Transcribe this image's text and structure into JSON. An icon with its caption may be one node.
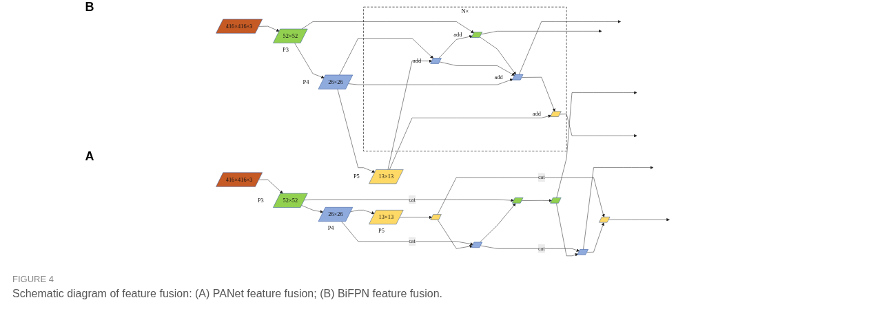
{
  "diagram": {
    "caption": "Schematic diagram of feature fusion: (A) PANet feature fusion; (B) BiFPN feature fusion.",
    "nodes": [
      {
        "text": [
          "13×13"
        ],
        "beside": [
          "P5"
        ]
      },
      {
        "text": [
          "26×26"
        ],
        "beside": [
          "P4"
        ]
      },
      {
        "text": [
          "52×52"
        ],
        "beside": [
          "P3"
        ]
      },
      {
        "text": [
          "416×416×3"
        ]
      },
      {
        "text": [],
        "shape": "parallelogram"
      },
      {
        "text": [],
        "shape": "parallelogram"
      },
      {
        "text": [],
        "shape": "parallelogram"
      },
      {
        "text": [],
        "shape": "parallelogram"
      },
      {
        "text": [],
        "shape": "parallelogram"
      },
      {
        "text": [],
        "shape": "parallelogram"
      },
      {
        "text": [
          "13×13"
        ],
        "beside": [
          "P5"
        ]
      },
      {
        "text": [
          "26×26"
        ],
        "beside": [
          "P4"
        ]
      },
      {
        "text": [
          "52×52"
        ],
        "beside": [
          "P3"
        ]
      },
      {
        "text": [
          "416×416×3"
        ]
      },
      {
        "text": [
          "N×"
        ]
      },
      {
        "text": [],
        "shape": "parallelogram",
        "in": 14,
        "beside": [
          "add"
        ]
      },
      {
        "text": [],
        "shape": "parallelogram",
        "in": 14,
        "beside": [
          "add"
        ]
      },
      {
        "text": [],
        "shape": "parallelogram",
        "in": 14,
        "beside": [
          "add"
        ]
      },
      {
        "text": [],
        "shape": "parallelogram",
        "in": 14,
        "beside": [
          "add"
        ]
      }
    ],
    "edges": [
      {
        "from": 3,
        "to": 2,
        "arrow": "to"
      },
      {
        "from": 2,
        "to": 1,
        "arrow": "to"
      },
      {
        "from": 1,
        "to": 0,
        "arrow": "to"
      },
      {
        "from": 0,
        "to": 4,
        "arrow": "to"
      },
      {
        "from": 4,
        "to": 6,
        "arrow": "to"
      },
      {
        "from": 1,
        "to": 6,
        "label": "cat",
        "arrow": "to"
      },
      {
        "from": 6,
        "to": 8,
        "arrow": "to"
      },
      {
        "from": 2,
        "to": 8,
        "label": "cat",
        "arrow": "to"
      },
      {
        "from": 8,
        "to": 9,
        "arrow": "to"
      },
      {
        "from": 9,
        "to": 7,
        "arrow": "to"
      },
      {
        "from": 6,
        "to": 7,
        "label": "cat",
        "arrow": "to"
      },
      {
        "from": 7,
        "to": 5,
        "arrow": "to"
      },
      {
        "from": 4,
        "to": 5,
        "label": "cat",
        "arrow": "to"
      },
      {
        "from": 5,
        "to": null,
        "arrow": "to"
      },
      {
        "from": 7,
        "to": null,
        "arrow": "to"
      },
      {
        "from": 9,
        "to": null,
        "arrow": "to"
      },
      {
        "from": 13,
        "to": 12,
        "arrow": "to"
      },
      {
        "from": 12,
        "to": 11,
        "arrow": "to"
      },
      {
        "from": 11,
        "to": 10,
        "arrow": "to"
      },
      {
        "from": 10,
        "to": 15,
        "arrow": "to"
      },
      {
        "from": 10,
        "to": 16,
        "arrow": "to"
      },
      {
        "from": 11,
        "to": 16,
        "arrow": "to"
      },
      {
        "from": 11,
        "to": 17,
        "arrow": "to"
      },
      {
        "from": 16,
        "to": 17,
        "arrow": "to"
      },
      {
        "from": 16,
        "to": 18,
        "arrow": "to"
      },
      {
        "from": 12,
        "to": 18,
        "arrow": "to"
      },
      {
        "from": 18,
        "to": 17,
        "arrow": "to"
      },
      {
        "from": 17,
        "to": 15,
        "arrow": "to"
      },
      {
        "from": 15,
        "to": null,
        "arrow": "to"
      },
      {
        "from": 17,
        "to": null,
        "arrow": "to"
      },
      {
        "from": 18,
        "to": null,
        "arrow": "to"
      }
    ],
    "labels": [
      "A",
      "B",
      "FIGURE 4"
    ]
  }
}
